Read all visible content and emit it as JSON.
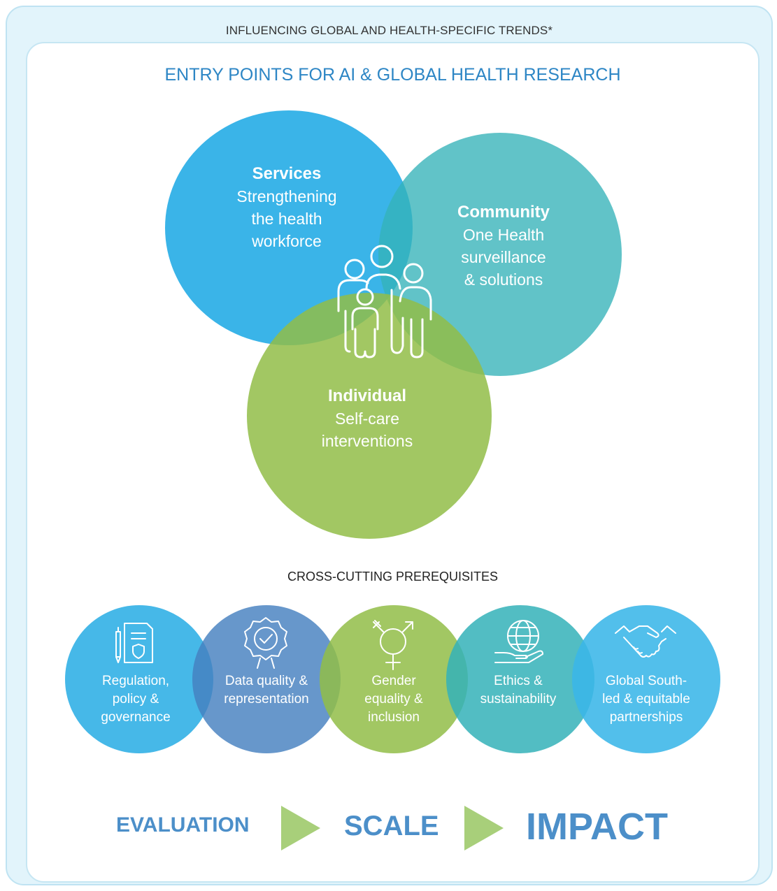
{
  "outer_title": "INFLUENCING GLOBAL AND HEALTH-SPECIFIC TRENDS*",
  "entry_title": "ENTRY POINTS FOR AI & GLOBAL HEALTH RESEARCH",
  "entry_points": [
    {
      "heading": "Services",
      "text": "Strengthening\nthe health\nworkforce",
      "color": "#29aee6"
    },
    {
      "heading": "Community",
      "text": "One Health\nsurveillance\n& solutions",
      "color": "#4bb8be"
    },
    {
      "heading": "Individual",
      "text": "Self-care\ninterventions",
      "color": "#9ec158"
    }
  ],
  "center_icon": "family-icon",
  "prereq_title": "CROSS-CUTTING PREREQUISITES",
  "prerequisites": [
    {
      "label": "Regulation,\npolicy &\ngovernance",
      "icon": "document-shield-icon",
      "color": "#36b2e6"
    },
    {
      "label": "Data quality &\nrepresentation",
      "icon": "quality-badge-icon",
      "color": "#5b94c9"
    },
    {
      "label": "Gender\nequality &\ninclusion",
      "icon": "gender-symbol-icon",
      "color": "#9ec158"
    },
    {
      "label": "Ethics &\nsustainability",
      "icon": "globe-in-hand-icon",
      "color": "#4bb8be"
    },
    {
      "label": "Global South-\nled & equitable\npartnerships",
      "icon": "handshake-icon",
      "color": "#3ab6e8"
    }
  ],
  "flow": {
    "step1": "EVALUATION",
    "step2": "SCALE",
    "step3": "IMPACT",
    "text_color": "#4c8fc9",
    "arrow_color": "#a8cf7a"
  }
}
